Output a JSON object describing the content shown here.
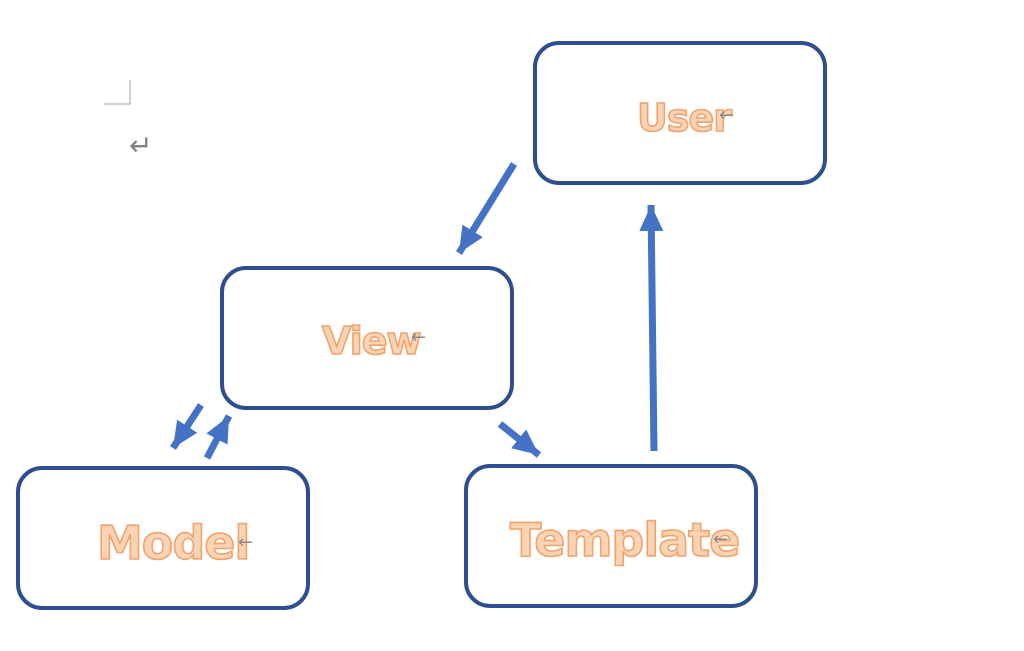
{
  "nodes": {
    "user": {
      "label": "User"
    },
    "view": {
      "label": "View"
    },
    "model": {
      "label": "Model"
    },
    "template": {
      "label": "Template"
    }
  },
  "marks": {
    "paragraph_glyph": "←",
    "return_glyph": "↵"
  },
  "colors": {
    "box_border": "#2e4f8f",
    "arrow": "#4472c4",
    "label_fill": "#fbd3b5",
    "label_outline": "#f2a26b",
    "format_mark": "#8a8a8a"
  }
}
